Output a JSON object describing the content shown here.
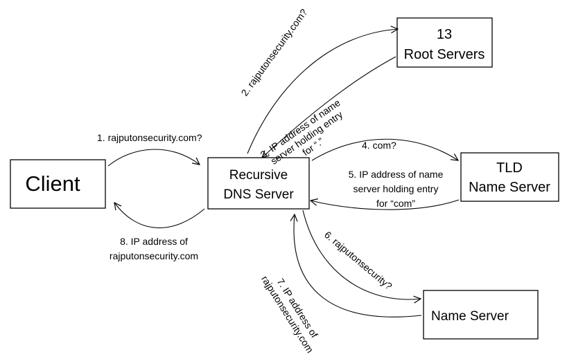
{
  "nodes": {
    "client": {
      "label": "Client"
    },
    "recursive": {
      "line1": "Recursive",
      "line2": "DNS Server"
    },
    "root": {
      "line1": "13",
      "line2": "Root Servers"
    },
    "tld": {
      "line1": "TLD",
      "line2": "Name Server"
    },
    "ns": {
      "label": "Name Server"
    }
  },
  "edges": {
    "e1": "1. rajputonsecurity.com?",
    "e2": "2. rajputonsecurity.com?",
    "e3": [
      "3. IP address of name",
      "server holding entry",
      "for “.”"
    ],
    "e4": "4. com?",
    "e5": [
      "5. IP address of name",
      "server holding entry",
      "for “com”"
    ],
    "e6": "6. rajputonsecurity?",
    "e7": [
      "7. IP address of",
      "rajputonsecurity.com"
    ],
    "e8": [
      "8. IP address of",
      "rajputonsecurity.com"
    ]
  },
  "colors": {
    "ink": "#000000",
    "background": "#ffffff"
  }
}
